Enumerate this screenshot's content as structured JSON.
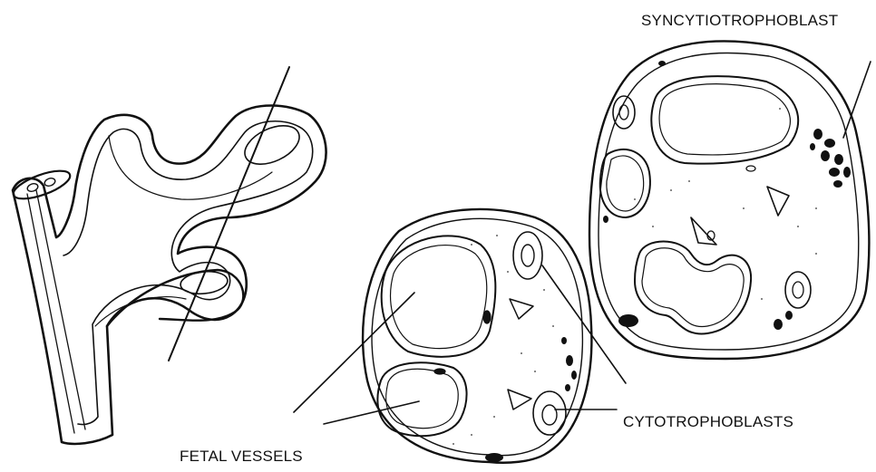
{
  "labels": {
    "syncytiotrophoblast": "SYNCYTIOTROPHOBLAST",
    "cytotrophoblasts": "CYTOTROPHOBLASTS",
    "fetal_vessels": "FETAL VESSELS"
  }
}
